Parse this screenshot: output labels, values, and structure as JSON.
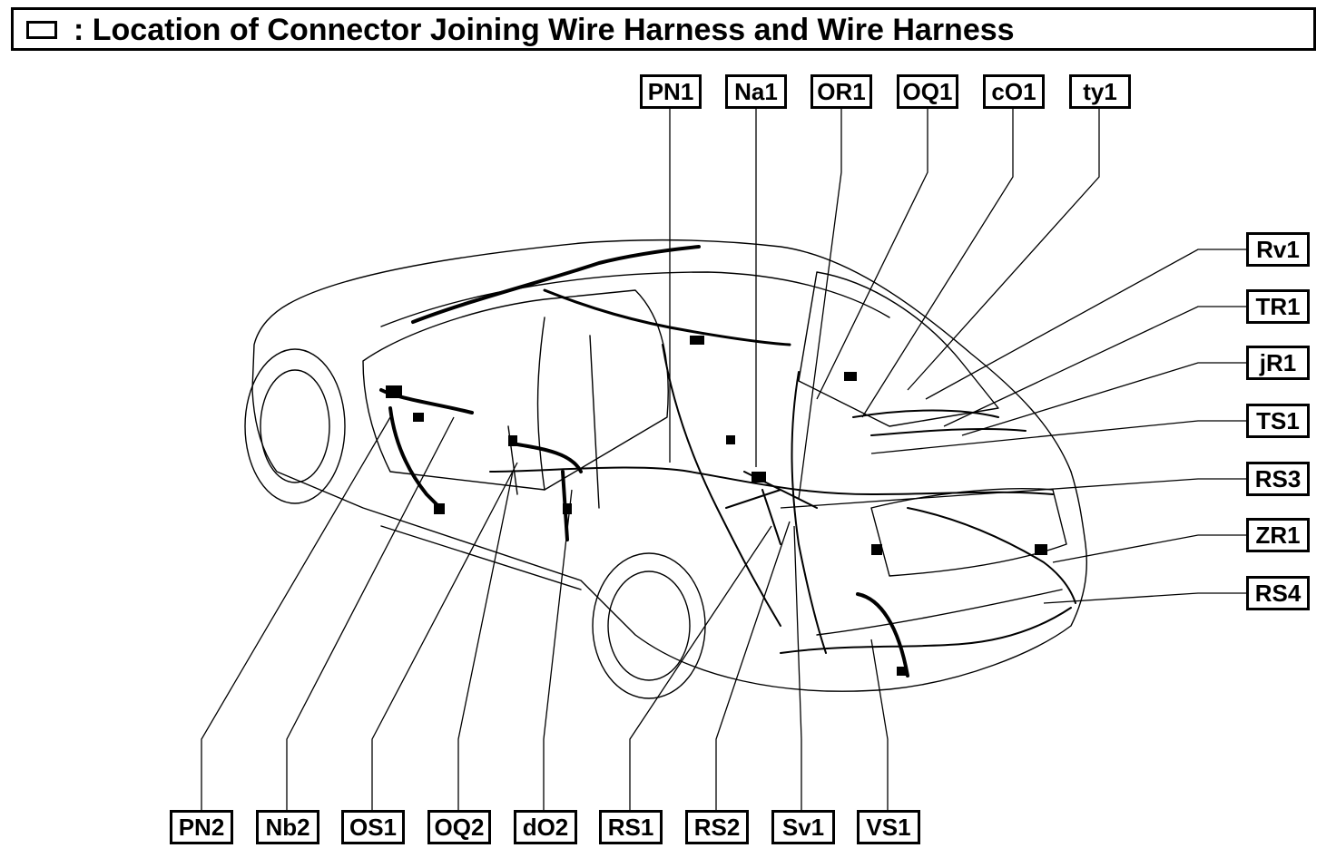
{
  "title": {
    "text": ": Location of Connector Joining Wire Harness and Wire Harness",
    "icon": "connector-box-icon"
  },
  "connectors": {
    "top": [
      "PN1",
      "Na1",
      "OR1",
      "OQ1",
      "cO1",
      "ty1"
    ],
    "right": [
      "Rv1",
      "TR1",
      "jR1",
      "TS1",
      "RS3",
      "ZR1",
      "RS4"
    ],
    "bottom": [
      "PN2",
      "Nb2",
      "OS1",
      "OQ2",
      "dO2",
      "RS1",
      "RS2",
      "Sv1",
      "VS1"
    ]
  },
  "colors": {
    "line": "#000000",
    "background": "#ffffff"
  }
}
